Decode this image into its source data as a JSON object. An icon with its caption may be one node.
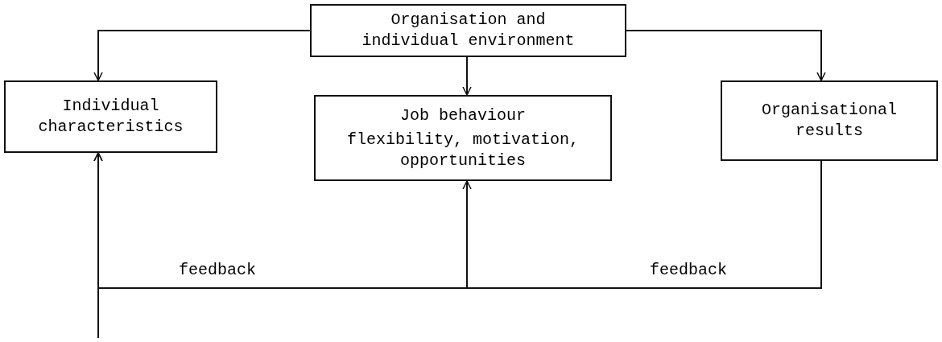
{
  "diagram": {
    "nodes": [
      {
        "text": [
          "Organisation and individual environment"
        ]
      },
      {
        "text": [
          "Individual characteristics"
        ]
      },
      {
        "text": [
          "Job behaviour",
          "flexibility, motivation, opportunities"
        ]
      },
      {
        "text": [
          "Organisational results"
        ]
      }
    ],
    "edges": [
      {
        "from": 0,
        "to": 1,
        "arrow": "to"
      },
      {
        "from": 0,
        "to": 2,
        "arrow": "to"
      },
      {
        "from": 0,
        "to": 3,
        "arrow": "to"
      },
      {
        "from": 3,
        "to": 2,
        "arrow": "to",
        "label": "feedback"
      },
      {
        "from": 3,
        "to": 1,
        "arrow": "to",
        "label": "feedback"
      },
      {
        "from": null,
        "to": 1,
        "arrow": "to"
      }
    ]
  }
}
